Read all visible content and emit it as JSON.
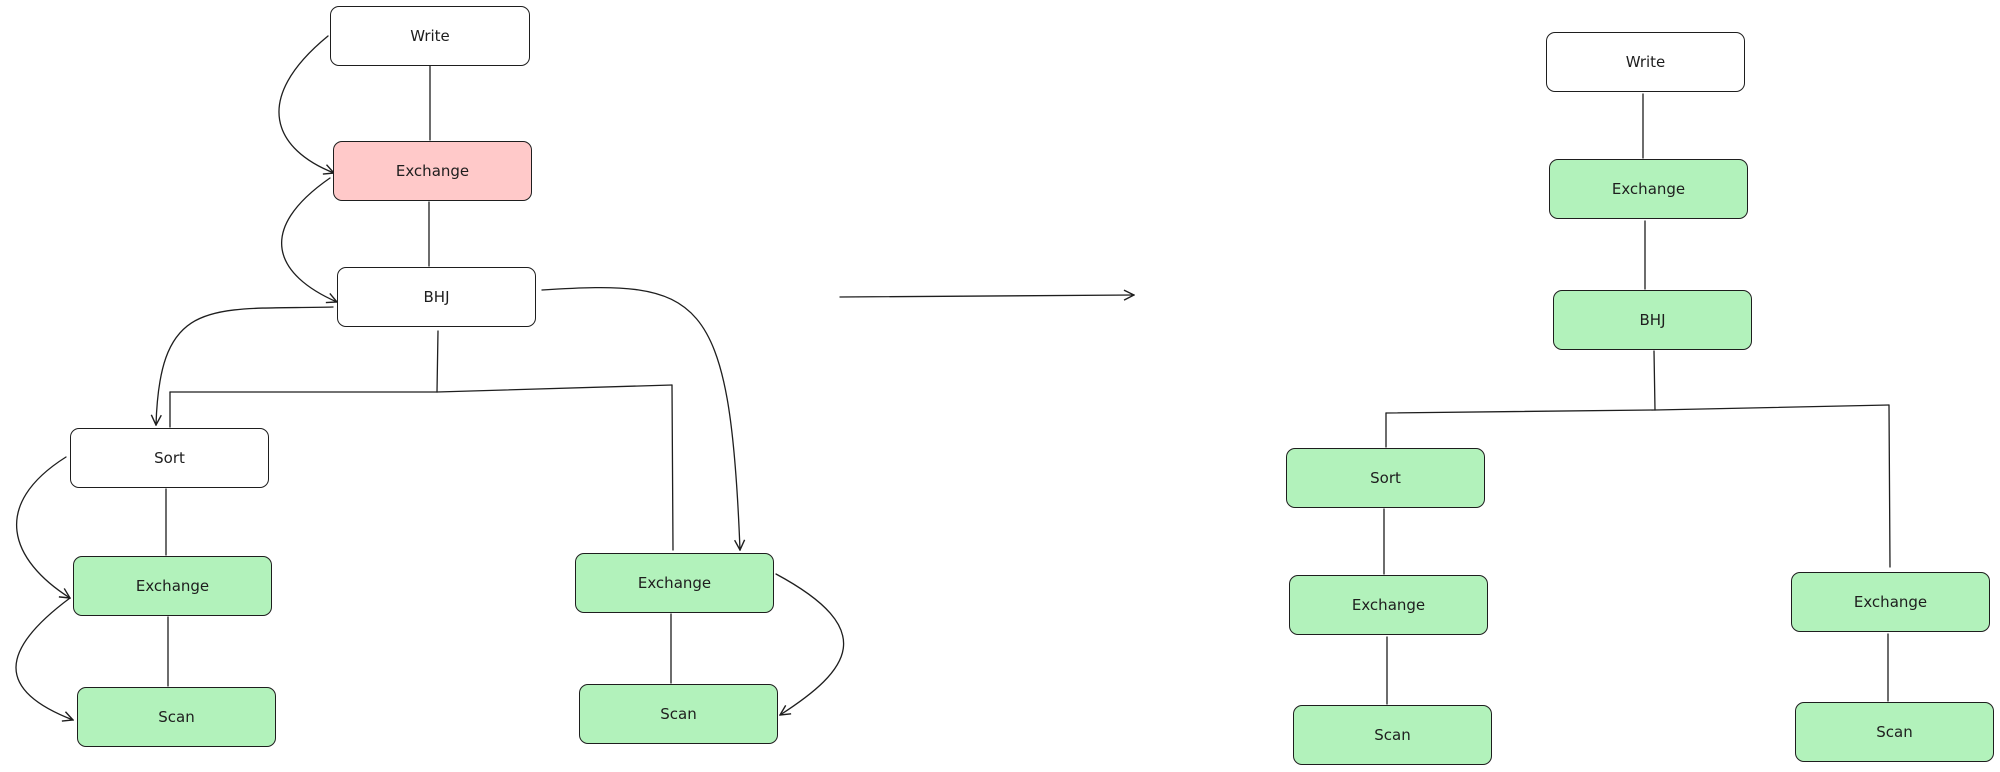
{
  "colors": {
    "stroke": "#1e1e1e",
    "plain": "#ffffff",
    "green": "#b2f2bb",
    "red": "#ffc9c9"
  },
  "left_plan": {
    "write": {
      "label": "Write",
      "fill": "plain"
    },
    "exchange_top": {
      "label": "Exchange",
      "fill": "red"
    },
    "bhj": {
      "label": "BHJ",
      "fill": "plain"
    },
    "sort": {
      "label": "Sort",
      "fill": "plain"
    },
    "exchange_left": {
      "label": "Exchange",
      "fill": "green"
    },
    "scan_left": {
      "label": "Scan",
      "fill": "green"
    },
    "exchange_right": {
      "label": "Exchange",
      "fill": "green"
    },
    "scan_right": {
      "label": "Scan",
      "fill": "green"
    }
  },
  "right_plan": {
    "write": {
      "label": "Write",
      "fill": "plain"
    },
    "exchange_top": {
      "label": "Exchange",
      "fill": "green"
    },
    "bhj": {
      "label": "BHJ",
      "fill": "green"
    },
    "sort": {
      "label": "Sort",
      "fill": "green"
    },
    "exchange_left": {
      "label": "Exchange",
      "fill": "green"
    },
    "scan_left": {
      "label": "Scan",
      "fill": "green"
    },
    "exchange_right": {
      "label": "Exchange",
      "fill": "green"
    },
    "scan_right": {
      "label": "Scan",
      "fill": "green"
    }
  }
}
